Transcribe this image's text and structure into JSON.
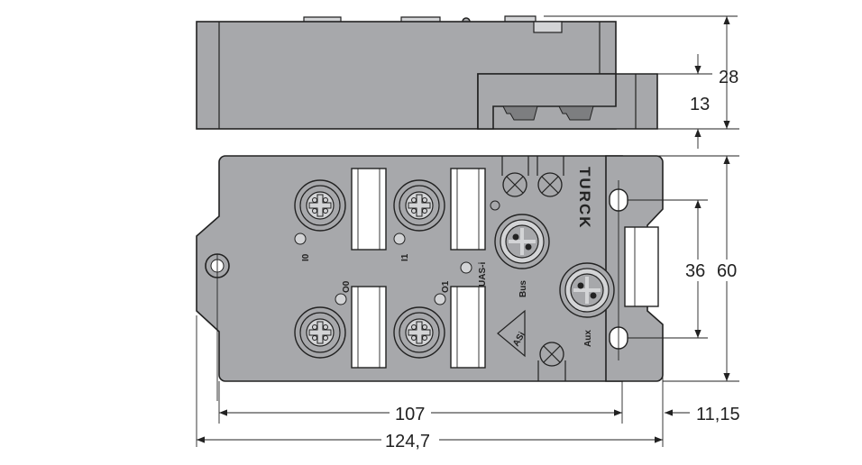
{
  "device": {
    "brand": "TURCK",
    "labels": {
      "i0": "I0",
      "i1": "I1",
      "o0": "O0",
      "o1": "O1",
      "uasi": "UAS-i",
      "bus": "Bus",
      "aux": "Aux"
    },
    "logo": "ASi"
  },
  "dimensions": {
    "height_total": "28",
    "height_lower": "13",
    "width_plate": "107",
    "width_total": "124,7",
    "offset_right": "11,15",
    "hole_spacing": "36",
    "depth": "60"
  },
  "colors": {
    "housing": "#a7a8ab",
    "light": "#d3d4d6",
    "line": "#222222"
  }
}
